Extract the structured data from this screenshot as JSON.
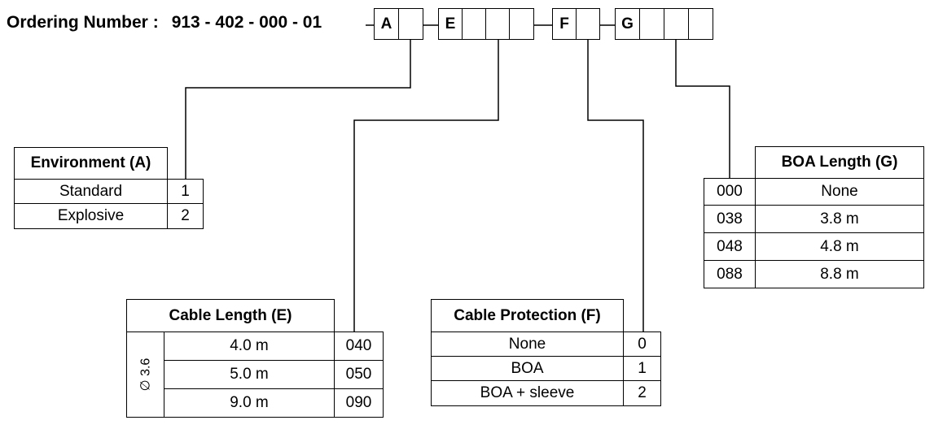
{
  "ordering": {
    "label": "Ordering Number :",
    "number": "913 - 402 - 000 - 01"
  },
  "code_boxes": {
    "a": "A",
    "e": "E",
    "f": "F",
    "g": "G"
  },
  "environment": {
    "title": "Environment (A)",
    "rows": [
      {
        "label": "Standard",
        "code": "1"
      },
      {
        "label": "Explosive",
        "code": "2"
      }
    ]
  },
  "cable_length": {
    "title": "Cable Length (E)",
    "diameter": "∅ 3.6",
    "rows": [
      {
        "label": "4.0 m",
        "code": "040"
      },
      {
        "label": "5.0 m",
        "code": "050"
      },
      {
        "label": "9.0 m",
        "code": "090"
      }
    ]
  },
  "cable_protection": {
    "title": "Cable Protection (F)",
    "rows": [
      {
        "label": "None",
        "code": "0"
      },
      {
        "label": "BOA",
        "code": "1"
      },
      {
        "label": "BOA + sleeve",
        "code": "2"
      }
    ]
  },
  "boa_length": {
    "title": "BOA Length (G)",
    "rows": [
      {
        "code": "000",
        "label": "None"
      },
      {
        "code": "038",
        "label": "3.8 m"
      },
      {
        "code": "048",
        "label": "4.8 m"
      },
      {
        "code": "088",
        "label": "8.8 m"
      }
    ]
  }
}
